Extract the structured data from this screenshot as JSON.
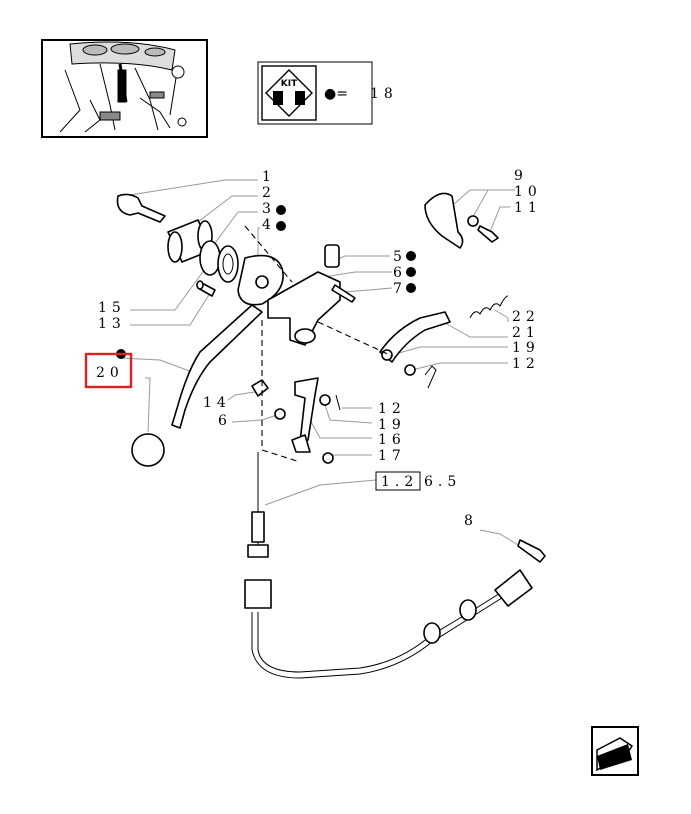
{
  "kit_box": {
    "badge": "KIT",
    "legend": "●=",
    "ref": "18"
  },
  "callouts": {
    "c1": "1",
    "c2": "2",
    "c3": "3",
    "c4": "4",
    "c5": "5",
    "c6": "6",
    "c7": "7",
    "c9": "9",
    "c10": "10",
    "c11": "11",
    "c15": "15",
    "c13": "13",
    "c22": "22",
    "c21": "21",
    "c19a": "19",
    "c12a": "12",
    "c20": "20",
    "c14": "14",
    "c6b": "6",
    "c12b": "12",
    "c19b": "19",
    "c16": "16",
    "c17": "17",
    "ref_box": "1.2",
    "ref_tail": "6.5",
    "c8": "8"
  },
  "colors": {
    "highlight": "#e02020",
    "leader": "#999999"
  }
}
